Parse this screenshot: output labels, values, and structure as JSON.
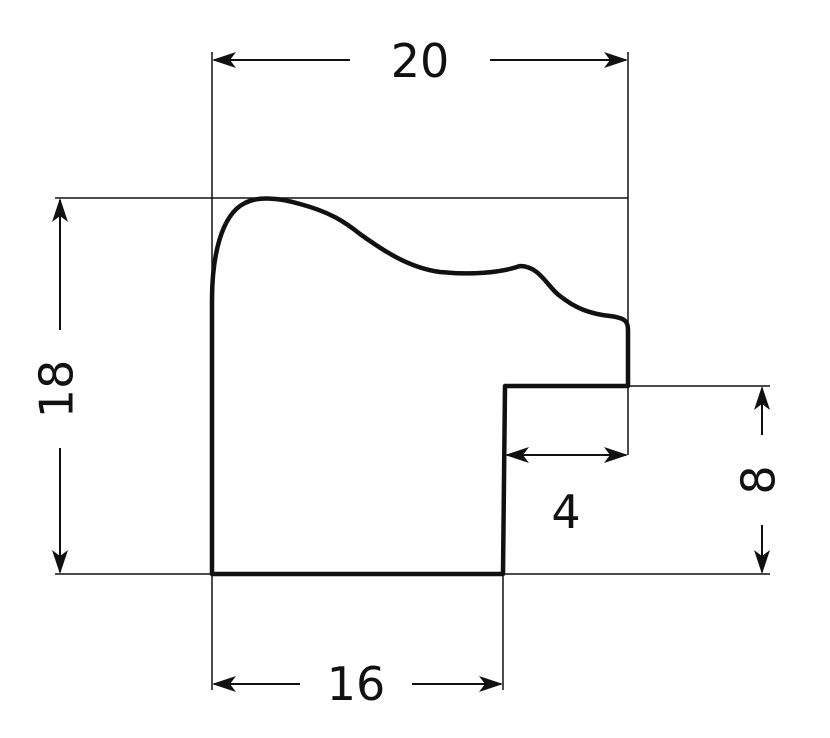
{
  "diagram": {
    "dimensions": {
      "total_width": "20",
      "total_height": "18",
      "rebate_width": "4",
      "rebate_depth": "8",
      "base_width": "16"
    },
    "colors": {
      "profile_stroke": "#111111",
      "dimension_line": "#111111",
      "background": "#ffffff"
    }
  }
}
